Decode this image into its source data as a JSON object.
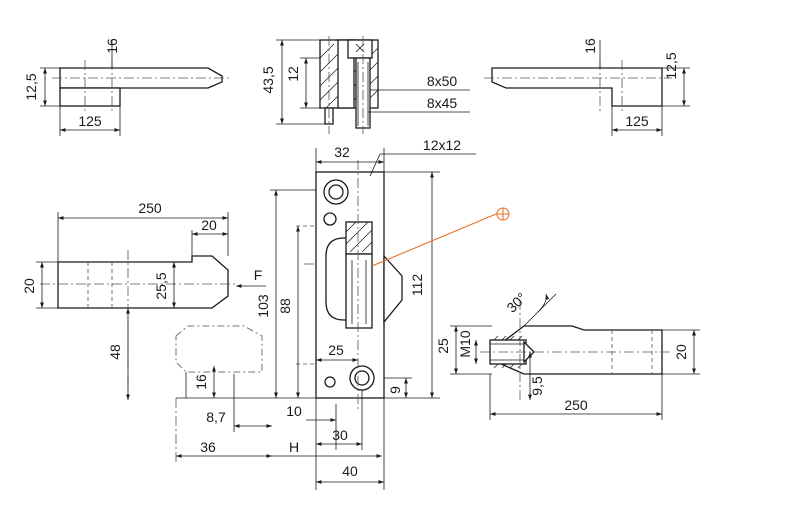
{
  "drawing": {
    "accent_color": "#e86a1a",
    "line_color": "#1a1a1a",
    "dims": {
      "top_left_width": "125",
      "top_left_height": "12,5",
      "top_left_top": "16",
      "section_total": "43,5",
      "section_inner": "12",
      "screw_a": "8x50",
      "screw_b": "8x45",
      "top_right_top": "16",
      "top_right_height": "12,5",
      "top_right_width": "125",
      "arm_length": "250",
      "arm_tip": "20",
      "arm_height": "20",
      "arm_mid": "25,5",
      "force": "F",
      "arm_offset": "48",
      "plate_width": "32",
      "square": "12x12",
      "plate_total": "112",
      "plate_103": "103",
      "plate_88": "88",
      "plate_25": "25",
      "plate_9": "9",
      "plate_10": "10",
      "plate_30": "30",
      "plate_40": "40",
      "ghost_16": "16",
      "ghost_8_7": "8,7",
      "ghost_36": "36",
      "ghost_H": "H",
      "right_angle": "30°",
      "right_25": "25",
      "right_thread": "M10",
      "right_9_5": "9,5",
      "right_length": "250",
      "right_height": "20"
    }
  }
}
